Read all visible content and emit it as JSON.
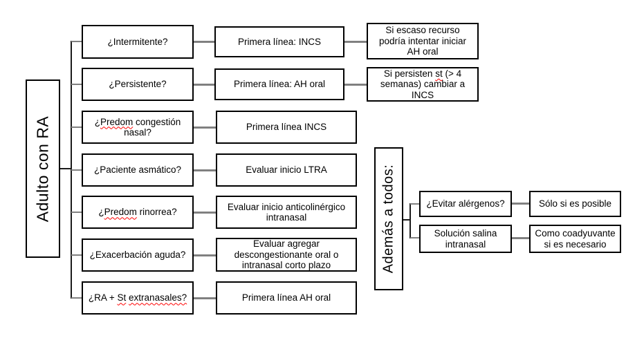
{
  "colors": {
    "box_border": "#000000",
    "box_fill": "#ffffff",
    "connector_gray": "#808080",
    "connector_dark": "#1a1a1a",
    "misspelling_squiggle": "#ff0000",
    "background": "#ffffff"
  },
  "flow": {
    "root_label": "Adulto con RA",
    "rows": [
      {
        "question": {
          "segments": [
            {
              "text": "¿Intermitente?",
              "misspelled": false
            }
          ]
        },
        "action": "Primera línea: INCS",
        "note": {
          "segments": [
            {
              "text": "Si escaso recurso\npodría intentar iniciar\nAH oral",
              "misspelled": false
            }
          ]
        }
      },
      {
        "question": {
          "segments": [
            {
              "text": "¿Persistente?",
              "misspelled": false
            }
          ]
        },
        "action": "Primera línea: AH oral",
        "note": {
          "segments": [
            {
              "text": "Si persisten ",
              "misspelled": false
            },
            {
              "text": "st",
              "misspelled": true
            },
            {
              "text": " (> 4\nsemanas) cambiar a\nINCS",
              "misspelled": false
            }
          ]
        }
      },
      {
        "question": {
          "segments": [
            {
              "text": "¿",
              "misspelled": false
            },
            {
              "text": "Predom",
              "misspelled": true
            },
            {
              "text": " congestión\nnasal?",
              "misspelled": false
            }
          ]
        },
        "action": "Primera línea INCS"
      },
      {
        "question": {
          "segments": [
            {
              "text": "¿Paciente asmático?",
              "misspelled": false
            }
          ]
        },
        "action": "Evaluar inicio LTRA"
      },
      {
        "question": {
          "segments": [
            {
              "text": "¿",
              "misspelled": false
            },
            {
              "text": "Predom",
              "misspelled": true
            },
            {
              "text": " rinorrea?",
              "misspelled": false
            }
          ]
        },
        "action": "Evaluar inicio anticolinérgico\nintranasal"
      },
      {
        "question": {
          "segments": [
            {
              "text": "¿Exacerbación aguda?",
              "misspelled": false
            }
          ]
        },
        "action": "Evaluar agregar\ndescongestionante oral o\nintranasal corto plazo"
      },
      {
        "question": {
          "segments": [
            {
              "text": "¿RA + ",
              "misspelled": false
            },
            {
              "text": "St",
              "misspelled": true
            },
            {
              "text": " ",
              "misspelled": false
            },
            {
              "text": "extranasales?",
              "misspelled": true
            }
          ]
        },
        "action": "Primera línea AH oral"
      }
    ]
  },
  "side": {
    "title": "Además a todos:",
    "rows": [
      {
        "question": "¿Evitar alérgenos?",
        "answer": "Sólo si es posible"
      },
      {
        "question": "Solución salina\nintranasal",
        "answer": "Como coadyuvante\nsi es necesario"
      }
    ]
  }
}
